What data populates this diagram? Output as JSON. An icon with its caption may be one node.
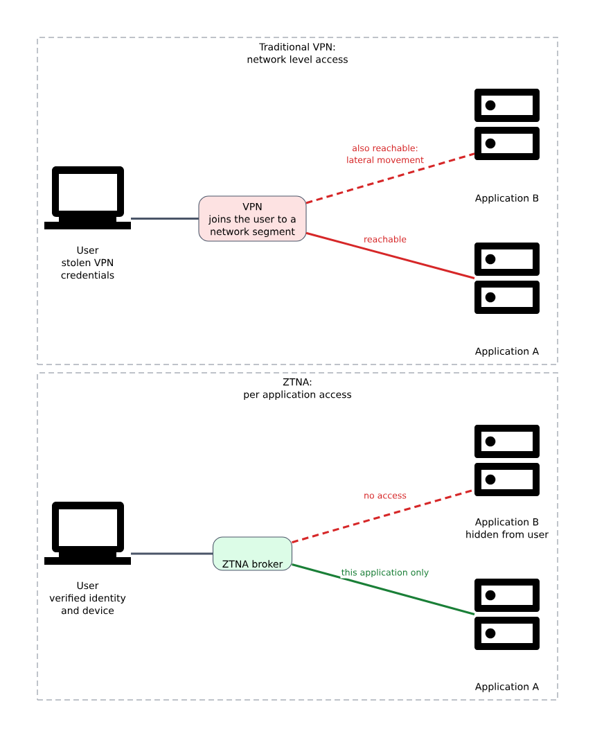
{
  "diagram": {
    "nodes": [
      {
        "text": [
          "Traditional VPN:",
          "network level access"
        ]
      },
      {
        "text": [],
        "shape": "laptop",
        "in": 0,
        "beside": [
          "User",
          "stolen VPN credentials"
        ]
      },
      {
        "text": [
          "VPN",
          "joins the user to a network segment"
        ],
        "in": 0
      },
      {
        "text": [],
        "shape": "server",
        "in": 0,
        "beside": [
          "Application B"
        ]
      },
      {
        "text": [],
        "shape": "server",
        "in": 0,
        "beside": [
          "Application A"
        ]
      },
      {
        "text": [
          "ZTNA:",
          "per application access"
        ]
      },
      {
        "text": [],
        "shape": "laptop",
        "in": 5,
        "beside": [
          "User",
          "verified identity and device"
        ]
      },
      {
        "text": [
          "ZTNA broker"
        ],
        "in": 5
      },
      {
        "text": [],
        "shape": "server",
        "in": 5,
        "beside": [
          "Application B",
          "hidden from user"
        ]
      },
      {
        "text": [],
        "shape": "server",
        "in": 5,
        "beside": [
          "Application A"
        ]
      }
    ],
    "edges": [
      {
        "from": 1,
        "to": 2,
        "arrow": "none",
        "color": "#4a5568"
      },
      {
        "from": 2,
        "to": 3,
        "arrow": "none",
        "style": "dashed",
        "color": "#d62728",
        "label": "also reachable: lateral movement"
      },
      {
        "from": 2,
        "to": 4,
        "arrow": "none",
        "color": "#d62728",
        "label": "reachable"
      },
      {
        "from": 6,
        "to": 7,
        "arrow": "none",
        "color": "#4a5568"
      },
      {
        "from": 7,
        "to": 8,
        "arrow": "none",
        "style": "dashed",
        "color": "#d62728",
        "label": "no access"
      },
      {
        "from": 7,
        "to": 9,
        "arrow": "none",
        "color": "#1a7f37",
        "label": "this application only"
      }
    ]
  }
}
